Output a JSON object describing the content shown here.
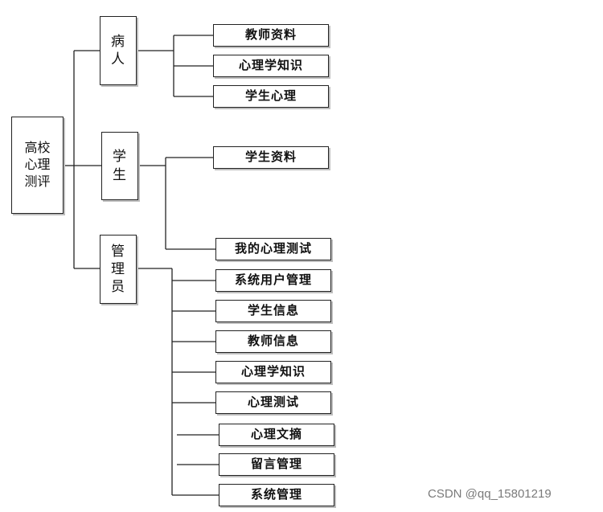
{
  "root": {
    "label": "高校心理测评"
  },
  "branches": [
    {
      "label": "病人",
      "children": [
        "教师资料",
        "心理学知识",
        "学生心理"
      ]
    },
    {
      "label": "学生",
      "children": [
        "学生资料",
        "我的心理测试"
      ]
    },
    {
      "label": "管理员",
      "children": [
        "系统用户管理",
        "学生信息",
        "教师信息",
        "心理学知识",
        "心理测试",
        "心理文摘",
        "留言管理",
        "系统管理"
      ]
    }
  ],
  "watermark": "CSDN @qq_15801219",
  "colors": {
    "line": "#222222",
    "border": "#222222",
    "shadow": "#bdbdbd",
    "watermark": "#7a7a7a"
  }
}
